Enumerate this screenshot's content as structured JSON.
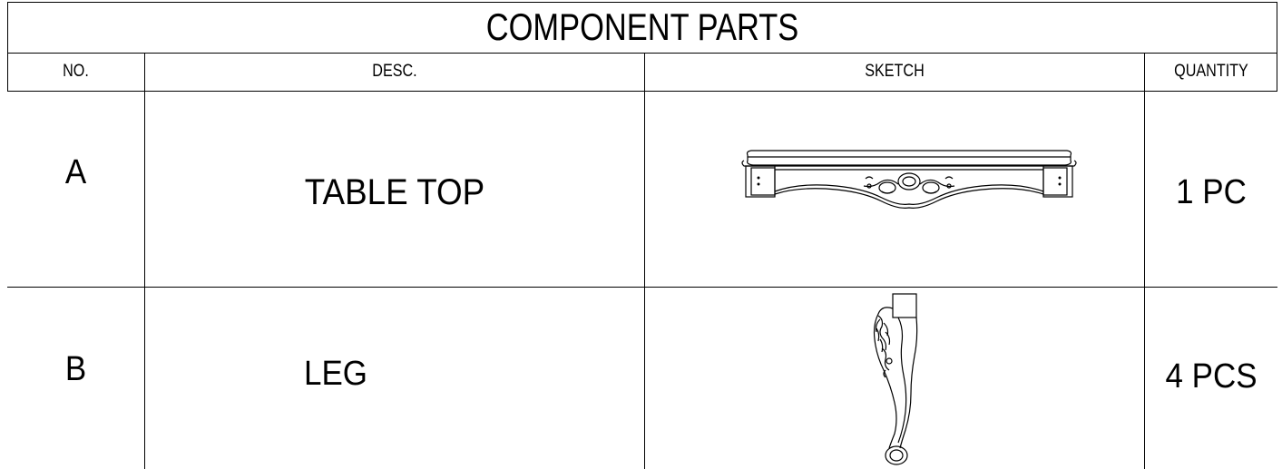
{
  "title": "COMPONENT PARTS",
  "headers": {
    "no": "NO.",
    "desc": "DESC.",
    "sketch": "SKETCH",
    "quantity": "QUANTITY"
  },
  "rows": [
    {
      "no": "A",
      "desc": "TABLE TOP",
      "sketch_icon": "table-top-sketch-icon",
      "quantity": "1 PC"
    },
    {
      "no": "B",
      "desc": "LEG",
      "sketch_icon": "cabriole-leg-sketch-icon",
      "quantity": "4 PCS"
    }
  ]
}
